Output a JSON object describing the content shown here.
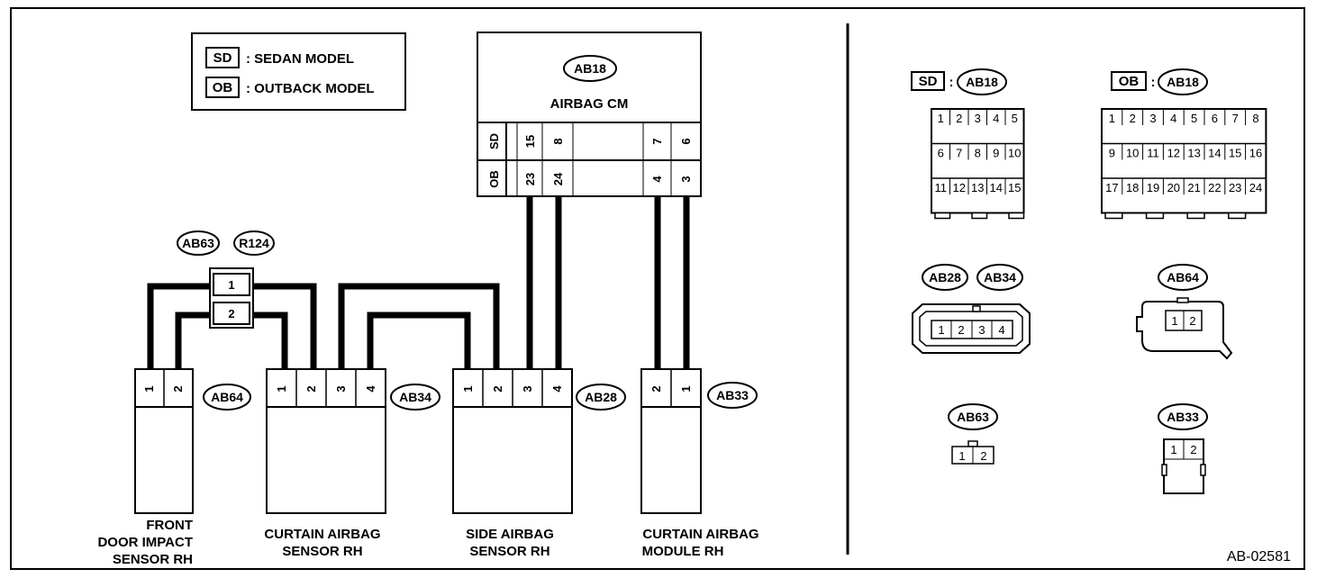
{
  "legend": {
    "sd_code": "SD",
    "sd_text": ": SEDAN MODEL",
    "ob_code": "OB",
    "ob_text": ": OUTBACK MODEL"
  },
  "airbag_cm": {
    "connector": "AB18",
    "title": "AIRBAG CM",
    "row_sd": {
      "model": "SD",
      "pins": [
        "15",
        "8",
        "7",
        "6"
      ]
    },
    "row_ob": {
      "model": "OB",
      "pins": [
        "23",
        "24",
        "4",
        "3"
      ]
    }
  },
  "junction": {
    "connectors": [
      "AB63",
      "R124"
    ],
    "pins": [
      "1",
      "2"
    ]
  },
  "components": [
    {
      "connector": "AB64",
      "pins": [
        "1",
        "2"
      ],
      "label": [
        "FRONT",
        "DOOR IMPACT",
        "SENSOR RH"
      ]
    },
    {
      "connector": "AB34",
      "pins": [
        "1",
        "2",
        "3",
        "4"
      ],
      "label": [
        "CURTAIN AIRBAG",
        "SENSOR RH"
      ]
    },
    {
      "connector": "AB28",
      "pins": [
        "1",
        "2",
        "3",
        "4"
      ],
      "label": [
        "SIDE AIRBAG",
        "SENSOR RH"
      ]
    },
    {
      "connector": "AB33",
      "pins": [
        "2",
        "1"
      ],
      "label": [
        "CURTAIN AIRBAG",
        "MODULE RH"
      ]
    }
  ],
  "connector_views": {
    "sd_ab18": {
      "model": "SD",
      "sep": ":",
      "connector": "AB18",
      "row1": [
        "1",
        "2",
        "3",
        "4",
        "5"
      ],
      "row2": [
        "6",
        "7",
        "8",
        "9",
        "10"
      ],
      "row3": [
        "11",
        "12",
        "13",
        "14",
        "15"
      ]
    },
    "ob_ab18": {
      "model": "OB",
      "sep": ":",
      "connector": "AB18",
      "row1": [
        "1",
        "2",
        "3",
        "4",
        "5",
        "6",
        "7",
        "8"
      ],
      "row2": [
        "9",
        "10",
        "11",
        "12",
        "13",
        "14",
        "15",
        "16"
      ],
      "row3": [
        "17",
        "18",
        "19",
        "20",
        "21",
        "22",
        "23",
        "24"
      ]
    },
    "ab28_ab34": {
      "connectors": [
        "AB28",
        "AB34"
      ],
      "pins": [
        "1",
        "2",
        "3",
        "4"
      ]
    },
    "ab64": {
      "connector": "AB64",
      "pins": [
        "1",
        "2"
      ]
    },
    "ab63": {
      "connector": "AB63",
      "pins": [
        "1",
        "2"
      ]
    },
    "ab33": {
      "connector": "AB33",
      "pins": [
        "1",
        "2"
      ]
    }
  },
  "figure_code": "AB-02581"
}
